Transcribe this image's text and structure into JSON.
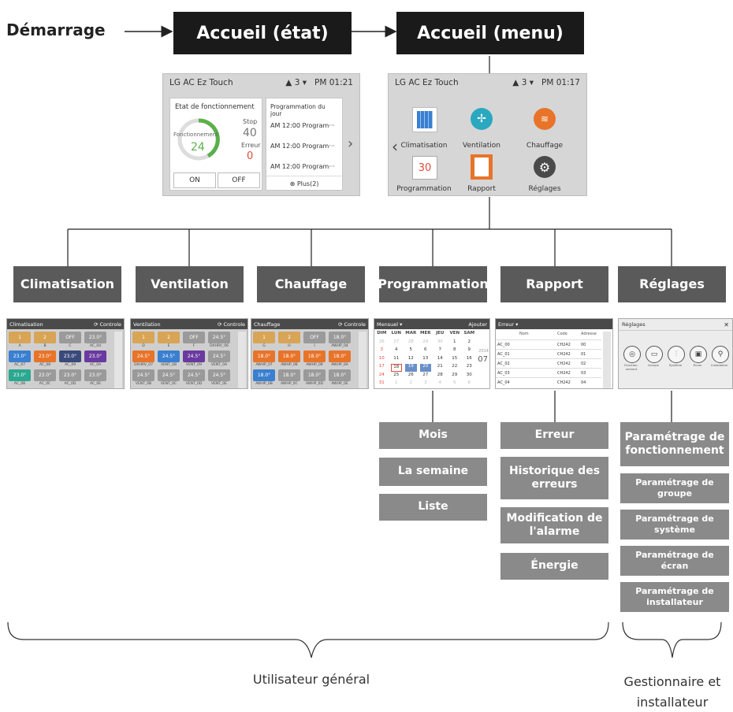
{
  "start_label": "Démarrage",
  "home_state": "Accueil (état)",
  "home_menu": "Accueil (menu)",
  "screen_state": {
    "app": "LG AC Ez Touch",
    "alerts": "3",
    "time": "PM 01:21",
    "status_title": "Etat de fonctionnement",
    "running_label": "Fonctionnement",
    "running_count": "24",
    "stop_label": "Stop",
    "stop_count": "40",
    "error_label": "Erreur",
    "error_count": "0",
    "on_btn": "ON",
    "off_btn": "OFF",
    "schedule_title": "Programmation du jour",
    "schedule_items": [
      "AM 12:00  Program···",
      "AM 12:00  Program···",
      "AM 12:00  Program···"
    ],
    "more_btn": "Plus(2)"
  },
  "screen_menu": {
    "app": "LG AC Ez Touch",
    "alerts": "3",
    "time": "PM 01:17",
    "items": [
      "Climatisation",
      "Ventilation",
      "Chauffage",
      "Programmation",
      "Rapport",
      "Réglages"
    ],
    "schedule_day": "30"
  },
  "categories": [
    "Climatisation",
    "Ventilation",
    "Chauffage",
    "Programmation",
    "Rapport",
    "Réglages"
  ],
  "mini_screens": {
    "clim_title": "Climatisation",
    "vent_title": "Ventilation",
    "chauf_title": "Chauffage",
    "control_btn": "Controle",
    "clim_tiles": [
      {
        "t": "1",
        "c": "#d8a455",
        "l": "A"
      },
      {
        "t": "2",
        "c": "#d8a455",
        "l": "B"
      },
      {
        "t": "OFF",
        "c": "#9a9a9a",
        "l": "C"
      },
      {
        "t": "23.0°",
        "c": "#9a9a9a",
        "l": "AC_04"
      },
      {
        "t": "23.0°",
        "c": "#3a7fd0",
        "l": "AC_07"
      },
      {
        "t": "23.0°",
        "c": "#e8742a",
        "l": "AC_08"
      },
      {
        "t": "23.0°",
        "c": "#3a4a7a",
        "l": "AC_09"
      },
      {
        "t": "23.0°",
        "c": "#6a3aa0",
        "l": "AC_0A"
      },
      {
        "t": "23.0°",
        "c": "#2aa890",
        "l": "AC_0B"
      },
      {
        "t": "23.0°",
        "c": "#9a9a9a",
        "l": "AC_0C"
      },
      {
        "t": "23.0°",
        "c": "#9a9a9a",
        "l": "AC_0D"
      },
      {
        "t": "23.0°",
        "c": "#9a9a9a",
        "l": "AC_0E"
      }
    ],
    "vent_tiles": [
      {
        "t": "1",
        "c": "#d8a455",
        "l": "D"
      },
      {
        "t": "2",
        "c": "#d8a455",
        "l": "E"
      },
      {
        "t": "OFF",
        "c": "#9a9a9a",
        "l": "F"
      },
      {
        "t": "24.5°",
        "c": "#9a9a9a",
        "l": "DXHRV_06"
      },
      {
        "t": "24.5°",
        "c": "#e8742a",
        "l": "DXHRV_07"
      },
      {
        "t": "24.5°",
        "c": "#3a7fd0",
        "l": "VENT_08"
      },
      {
        "t": "24.5°",
        "c": "#6a3aa0",
        "l": "VENT_09"
      },
      {
        "t": "24.5°",
        "c": "#9a9a9a",
        "l": "VENT_0A"
      },
      {
        "t": "24.5°",
        "c": "#9a9a9a",
        "l": "VENT_0B"
      },
      {
        "t": "24.5°",
        "c": "#9a9a9a",
        "l": "VENT_0C"
      },
      {
        "t": "24.5°",
        "c": "#9a9a9a",
        "l": "VENT_0D"
      },
      {
        "t": "24.5°",
        "c": "#9a9a9a",
        "l": "VENT_0E"
      }
    ],
    "chauf_tiles": [
      {
        "t": "1",
        "c": "#d8a455",
        "l": "G"
      },
      {
        "t": "2",
        "c": "#d8a455",
        "l": "H"
      },
      {
        "t": "OFF",
        "c": "#9a9a9a",
        "l": "I"
      },
      {
        "t": "18.0°",
        "c": "#9a9a9a",
        "l": "AWHP_04"
      },
      {
        "t": "18.0°",
        "c": "#e8742a",
        "l": "AWHP_07"
      },
      {
        "t": "18.0°",
        "c": "#e8742a",
        "l": "AWHP_08"
      },
      {
        "t": "18.0°",
        "c": "#e8742a",
        "l": "AWHP_09"
      },
      {
        "t": "18.0°",
        "c": "#e8742a",
        "l": "AWHP_0A"
      },
      {
        "t": "18.0°",
        "c": "#3a7fd0",
        "l": "AWHP_0B"
      },
      {
        "t": "18.0°",
        "c": "#9a9a9a",
        "l": "AWHP_0C"
      },
      {
        "t": "18.0°",
        "c": "#9a9a9a",
        "l": "AWHP_0D"
      },
      {
        "t": "18.0°",
        "c": "#9a9a9a",
        "l": "AWHP_0E"
      }
    ],
    "cal_mode": "Mensuel",
    "cal_add": "Ajouter",
    "cal_days": [
      "DIM",
      "LUN",
      "MAR",
      "MER",
      "JEU",
      "VEN",
      "SAM"
    ],
    "cal_rows": [
      [
        "26",
        "27",
        "28",
        "29",
        "30",
        "1",
        "2"
      ],
      [
        "3",
        "4",
        "5",
        "6",
        "7",
        "8",
        "9"
      ],
      [
        "10",
        "11",
        "12",
        "13",
        "14",
        "15",
        "16"
      ],
      [
        "17",
        "18",
        "19",
        "20",
        "21",
        "22",
        "23"
      ],
      [
        "24",
        "25",
        "26",
        "27",
        "28",
        "29",
        "30"
      ],
      [
        "31",
        "1",
        "2",
        "3",
        "4",
        "5",
        "6"
      ]
    ],
    "cal_year": "2014",
    "cal_month": "07",
    "rep_mode": "Erreur",
    "rep_cols": [
      "Nom",
      "Code",
      "Adresse"
    ],
    "rep_rows": [
      [
        "AC_00",
        "CH242",
        "00"
      ],
      [
        "AC_01",
        "CH242",
        "01"
      ],
      [
        "AC_02",
        "CH242",
        "02"
      ],
      [
        "AC_03",
        "CH242",
        "03"
      ],
      [
        "AC_04",
        "CH242",
        "04"
      ]
    ],
    "set_title": "Réglages",
    "set_items": [
      "Fonction-nement",
      "Groupe",
      "Système",
      "Écran",
      "Installateur"
    ]
  },
  "prog_sub": [
    "Mois",
    "La semaine",
    "Liste"
  ],
  "rapport_sub": [
    "Erreur",
    "Historique des erreurs",
    "Modification de l'alarme",
    "Énergie"
  ],
  "reglages_sub": [
    "Paramétrage de fonctionnement",
    "Paramétrage de groupe",
    "Paramétrage de système",
    "Paramétrage de écran",
    "Paramétrage de installateur"
  ],
  "group_general": "Utilisateur général",
  "group_manager": "Gestionnaire et installateur",
  "colors": {
    "dark": "#1a1a1a",
    "category": "#5a5a5a",
    "sub": "#8a8a8a",
    "running": "#5ab04a",
    "error": "#e24a3a"
  }
}
